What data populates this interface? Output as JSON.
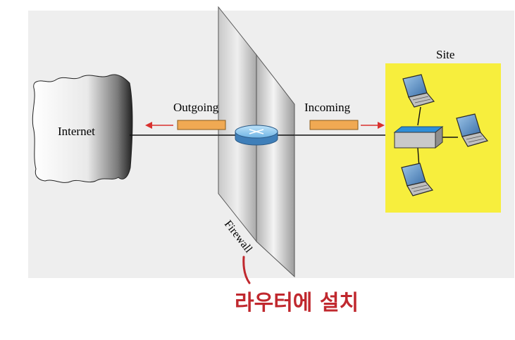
{
  "labels": {
    "internet": "Internet",
    "outgoing": "Outgoing",
    "incoming": "Incoming",
    "site": "Site",
    "firewall": "Firewall"
  },
  "annotation": {
    "text": "라우터에 설치",
    "color": "#c0282e"
  },
  "colors": {
    "site_background": "#f7ee3d",
    "packet": "#f0a953",
    "arrow": "#d9312f",
    "router": "#8ec9ef",
    "switch_top": "#2f8fd8",
    "background_panel": "#eeeeee"
  }
}
